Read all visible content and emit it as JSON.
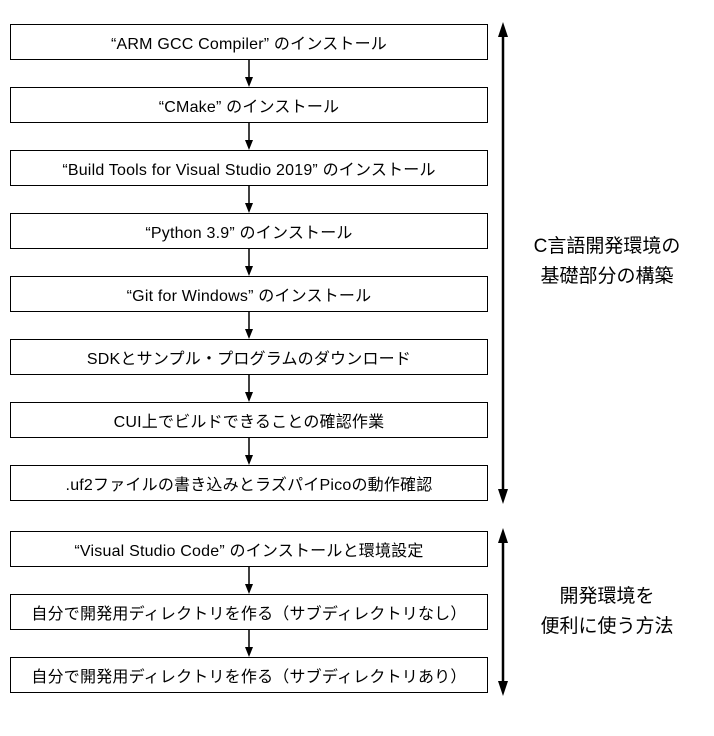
{
  "diagram": {
    "group1": {
      "steps": [
        "“ARM GCC Compiler” のインストール",
        "“CMake” のインストール",
        "“Build Tools for Visual Studio 2019” のインストール",
        "“Python 3.9” のインストール",
        "“Git for Windows” のインストール",
        "SDKとサンプル・プログラムのダウンロード",
        "CUI上でビルドできることの確認作業",
        ".uf2ファイルの書き込みとラズパイPicoの動作確認"
      ],
      "label": {
        "line1": "C言語開発環境の",
        "line2": "基礎部分の構築"
      }
    },
    "group2": {
      "steps": [
        "“Visual Studio Code” のインストールと環境設定",
        "自分で開発用ディレクトリを作る（サブディレクトリなし）",
        "自分で開発用ディレクトリを作る（サブディレクトリあり）"
      ],
      "label": {
        "line1": "開発環境を",
        "line2": "便利に使う方法"
      }
    },
    "colors": {
      "line": "#000000",
      "background": "#ffffff",
      "box_background": "#ffffff"
    }
  }
}
